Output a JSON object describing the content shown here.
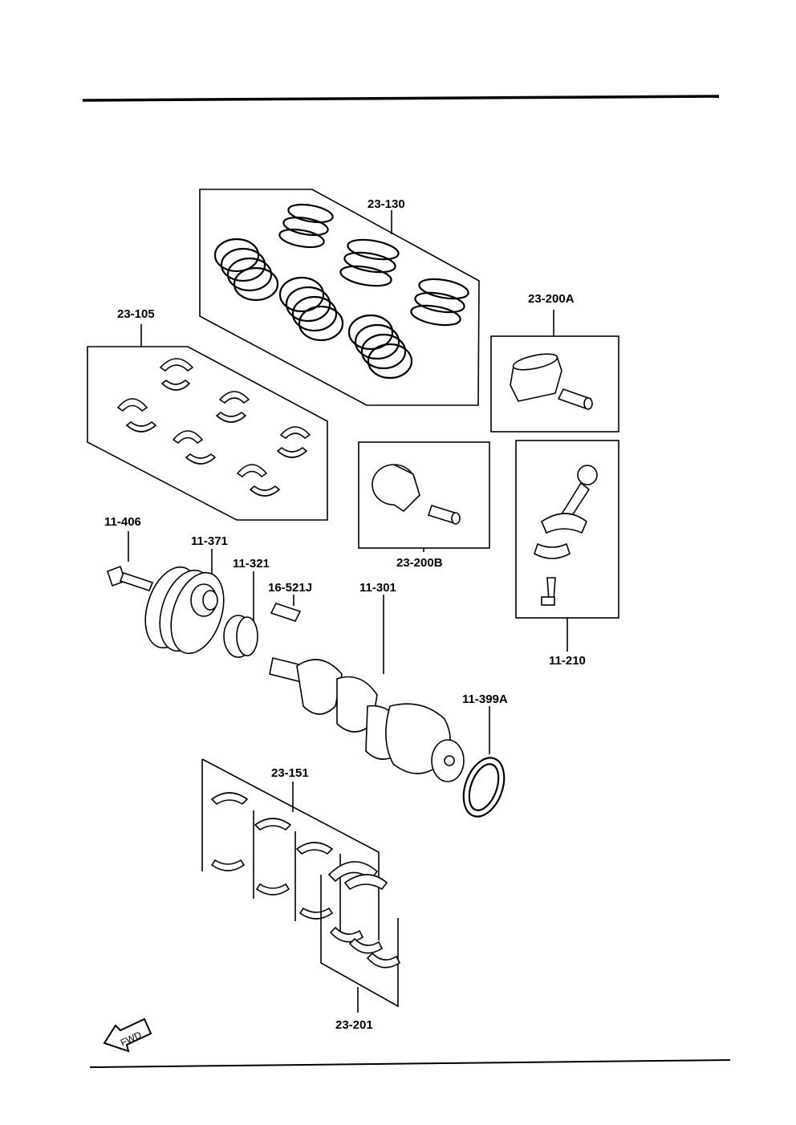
{
  "labels": {
    "p23_130": "23-130",
    "p23_105": "23-105",
    "p23_200A": "23-200A",
    "p23_200B": "23-200B",
    "p11_406": "11-406",
    "p11_371": "11-371",
    "p11_321": "11-321",
    "p16_521J": "16-521J",
    "p11_301": "11-301",
    "p11_210": "11-210",
    "p11_399A": "11-399A",
    "p23_151": "23-151",
    "p23_201": "23-201"
  },
  "fwd_arrow": {
    "label": "FWD",
    "icon": "forward-arrow-icon"
  },
  "colors": {
    "ink": "#000000",
    "paper": "#ffffff"
  }
}
